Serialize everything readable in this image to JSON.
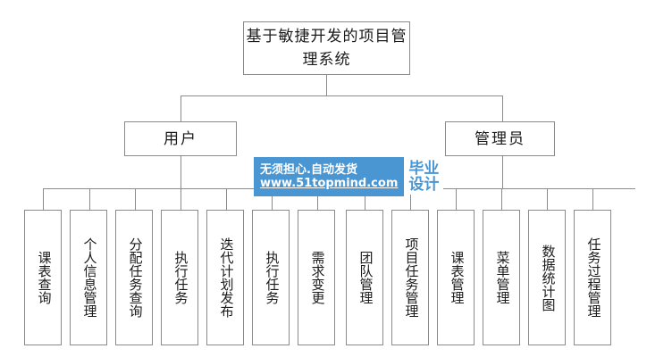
{
  "diagram": {
    "type": "tree",
    "title_node": {
      "label": "基于敏捷开发的项目管理系统"
    },
    "level2": [
      {
        "label": "用户"
      },
      {
        "label": "管理员"
      }
    ],
    "leaves": [
      {
        "label": "课表查询",
        "parent": "用户"
      },
      {
        "label": "个人信息管理",
        "parent": "用户"
      },
      {
        "label": "分配任务查询",
        "parent": "用户"
      },
      {
        "label": "执行任务",
        "parent": "用户"
      },
      {
        "label": "迭代计划发布",
        "parent": "用户"
      },
      {
        "label": "执行任务",
        "parent": "用户"
      },
      {
        "label": "需求变更",
        "parent": "用户"
      },
      {
        "label": "团队管理",
        "parent": "管理员"
      },
      {
        "label": "项目任务管理",
        "parent": "管理员"
      },
      {
        "label": "课表管理",
        "parent": "管理员"
      },
      {
        "label": "菜单管理",
        "parent": "管理员"
      },
      {
        "label": "数据统计图",
        "parent": "管理员"
      },
      {
        "label": "任务过程管理",
        "parent": "管理员"
      }
    ]
  },
  "watermark": {
    "line1": "无须担心.自动发货",
    "line2": "www.51topmind.com",
    "badge_line1": "毕业",
    "badge_line2": "设计",
    "accent_color": "#4a96d2"
  },
  "style": {
    "line_color": "#8a8a8a",
    "box_border": "#8a8a8a",
    "background": "#ffffff",
    "text_color": "#1a1a1a"
  }
}
